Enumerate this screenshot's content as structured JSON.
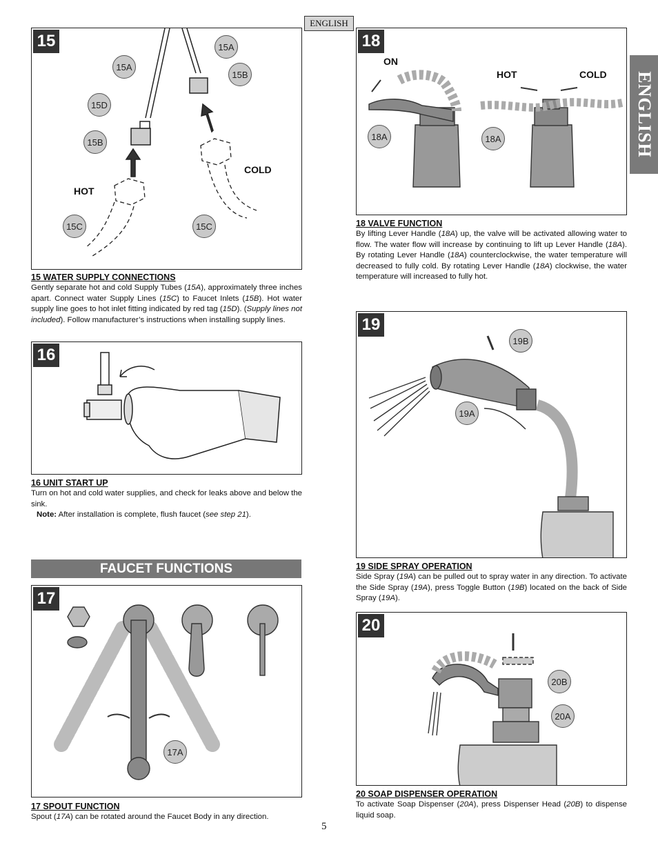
{
  "header": {
    "language_label": "ENGLISH",
    "side_tab": "ENGLISH"
  },
  "step15": {
    "number": "15",
    "callouts": {
      "a_left": "15A",
      "a_right": "15A",
      "b_right": "15B",
      "b_left": "15B",
      "d": "15D",
      "c_left": "15C",
      "c_right": "15C"
    },
    "labels": {
      "hot": "HOT",
      "cold": "COLD"
    },
    "title": "15  WATER SUPPLY CONNECTIONS",
    "body": [
      {
        "t": "Gently separate hot and cold Supply Tubes ("
      },
      {
        "t": "15A",
        "i": true
      },
      {
        "t": "), approximately three inches apart.  Connect water Supply Lines ("
      },
      {
        "t": "15C",
        "i": true
      },
      {
        "t": ") to Faucet Inlets ("
      },
      {
        "t": "15B",
        "i": true
      },
      {
        "t": ").  Hot water supply line goes to hot inlet fitting indicated by red tag ("
      },
      {
        "t": "15D",
        "i": true
      },
      {
        "t": ").  ("
      },
      {
        "t": "Supply lines not included",
        "i": true
      },
      {
        "t": ").  Follow manufacturer’s instructions when installing supply lines."
      }
    ]
  },
  "step16": {
    "number": "16",
    "title": "16  UNIT START UP",
    "body": "Turn on hot and cold water supplies, and check for leaks above and below the sink.",
    "note_label": "Note:",
    "note_body": [
      {
        "t": " After installation is complete, flush faucet ("
      },
      {
        "t": "see step 21",
        "i": true
      },
      {
        "t": ")."
      }
    ]
  },
  "section": {
    "faucet_functions": "FAUCET FUNCTIONS"
  },
  "step17": {
    "number": "17",
    "callout": "17A",
    "title": "17  SPOUT  FUNCTION",
    "body": [
      {
        "t": "Spout ("
      },
      {
        "t": "17A",
        "i": true
      },
      {
        "t": ") can be rotated around the Faucet Body in any direction."
      }
    ]
  },
  "step18": {
    "number": "18",
    "labels": {
      "on": "ON",
      "hot": "HOT",
      "cold": "COLD"
    },
    "callouts": {
      "left": "18A",
      "right": "18A"
    },
    "title": "18  VALVE FUNCTION",
    "body": [
      {
        "t": "By lifting Lever Handle ("
      },
      {
        "t": "18A",
        "i": true
      },
      {
        "t": ") up, the valve will be activated allowing water to flow.  The water flow will increase by continuing to lift up Lever Handle ("
      },
      {
        "t": "18A",
        "i": true
      },
      {
        "t": ").  By rotating Lever Handle ("
      },
      {
        "t": "18A",
        "i": true
      },
      {
        "t": ") counterclockwise, the water temperature will decreased to fully cold.  By rotating Lever Handle ("
      },
      {
        "t": "18A",
        "i": true
      },
      {
        "t": ") clockwise, the water temperature will increased to fully hot."
      }
    ]
  },
  "step19": {
    "number": "19",
    "callouts": {
      "b": "19B",
      "a": "19A"
    },
    "title": "19  SIDE SPRAY OPERATION",
    "body": [
      {
        "t": "Side Spray ("
      },
      {
        "t": "19A",
        "i": true
      },
      {
        "t": ") can be pulled out to spray water in any direction. To activate the Side Spray ("
      },
      {
        "t": "19A",
        "i": true
      },
      {
        "t": "), press Toggle Button ("
      },
      {
        "t": "19B",
        "i": true
      },
      {
        "t": ") located on the back of Side Spray ("
      },
      {
        "t": "19A",
        "i": true
      },
      {
        "t": ")."
      }
    ]
  },
  "step20": {
    "number": "20",
    "callouts": {
      "b": "20B",
      "a": "20A"
    },
    "title": "20  SOAP DISPENSER OPERATION",
    "body": [
      {
        "t": "To activate Soap Dispenser ("
      },
      {
        "t": "20A",
        "i": true
      },
      {
        "t": "), press Dispenser Head ("
      },
      {
        "t": "20B",
        "i": true
      },
      {
        "t": ") to dispense liquid soap."
      }
    ]
  },
  "footer": {
    "page_number": "5"
  }
}
